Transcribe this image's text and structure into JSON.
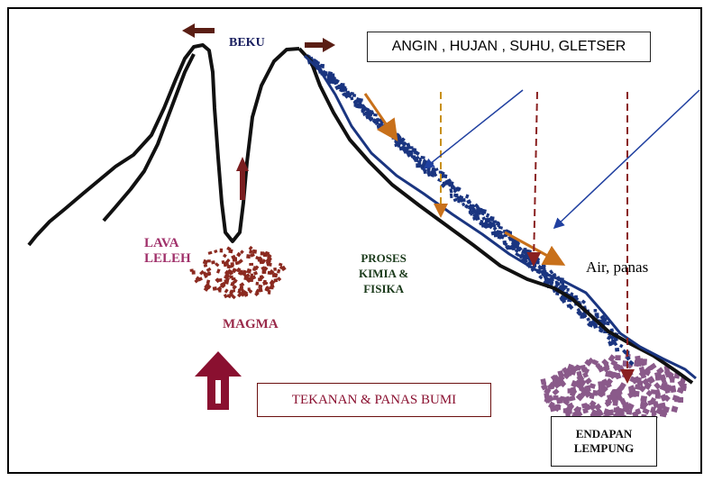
{
  "labels": {
    "beku": "BEKU",
    "weather": "ANGIN ,  HUJAN , SUHU,  GLETSER",
    "lava_line1": "LAVA",
    "lava_line2": "LELEH",
    "magma": "MAGMA",
    "proses_line1": "PROSES",
    "proses_line2": "KIMIA &",
    "proses_line3": "FISIKA",
    "air_panas": "Air, panas",
    "tekanan": "TEKANAN  &  PANAS BUMI",
    "endapan_line1": "ENDAPAN",
    "endapan_line2": "LEMPUNG"
  },
  "colors": {
    "dark_red_arrow": "#5a1e14",
    "lava_label": "#a0306a",
    "lava_blob": "#8b2a20",
    "magma_label": "#9a2a4a",
    "proses_label": "#1a3a1a",
    "beku_label": "#1a2060",
    "sediment_blue": "#1a3580",
    "clay_purple": "#8a5a8a",
    "orange_arrow": "#c8701a",
    "blue_arrow": "#2040a0",
    "big_arrow": "#8a1030"
  },
  "icons": [
    "left-arrow-icon",
    "right-arrow-icon",
    "up-arrow-icon",
    "big-up-arrow-icon"
  ]
}
